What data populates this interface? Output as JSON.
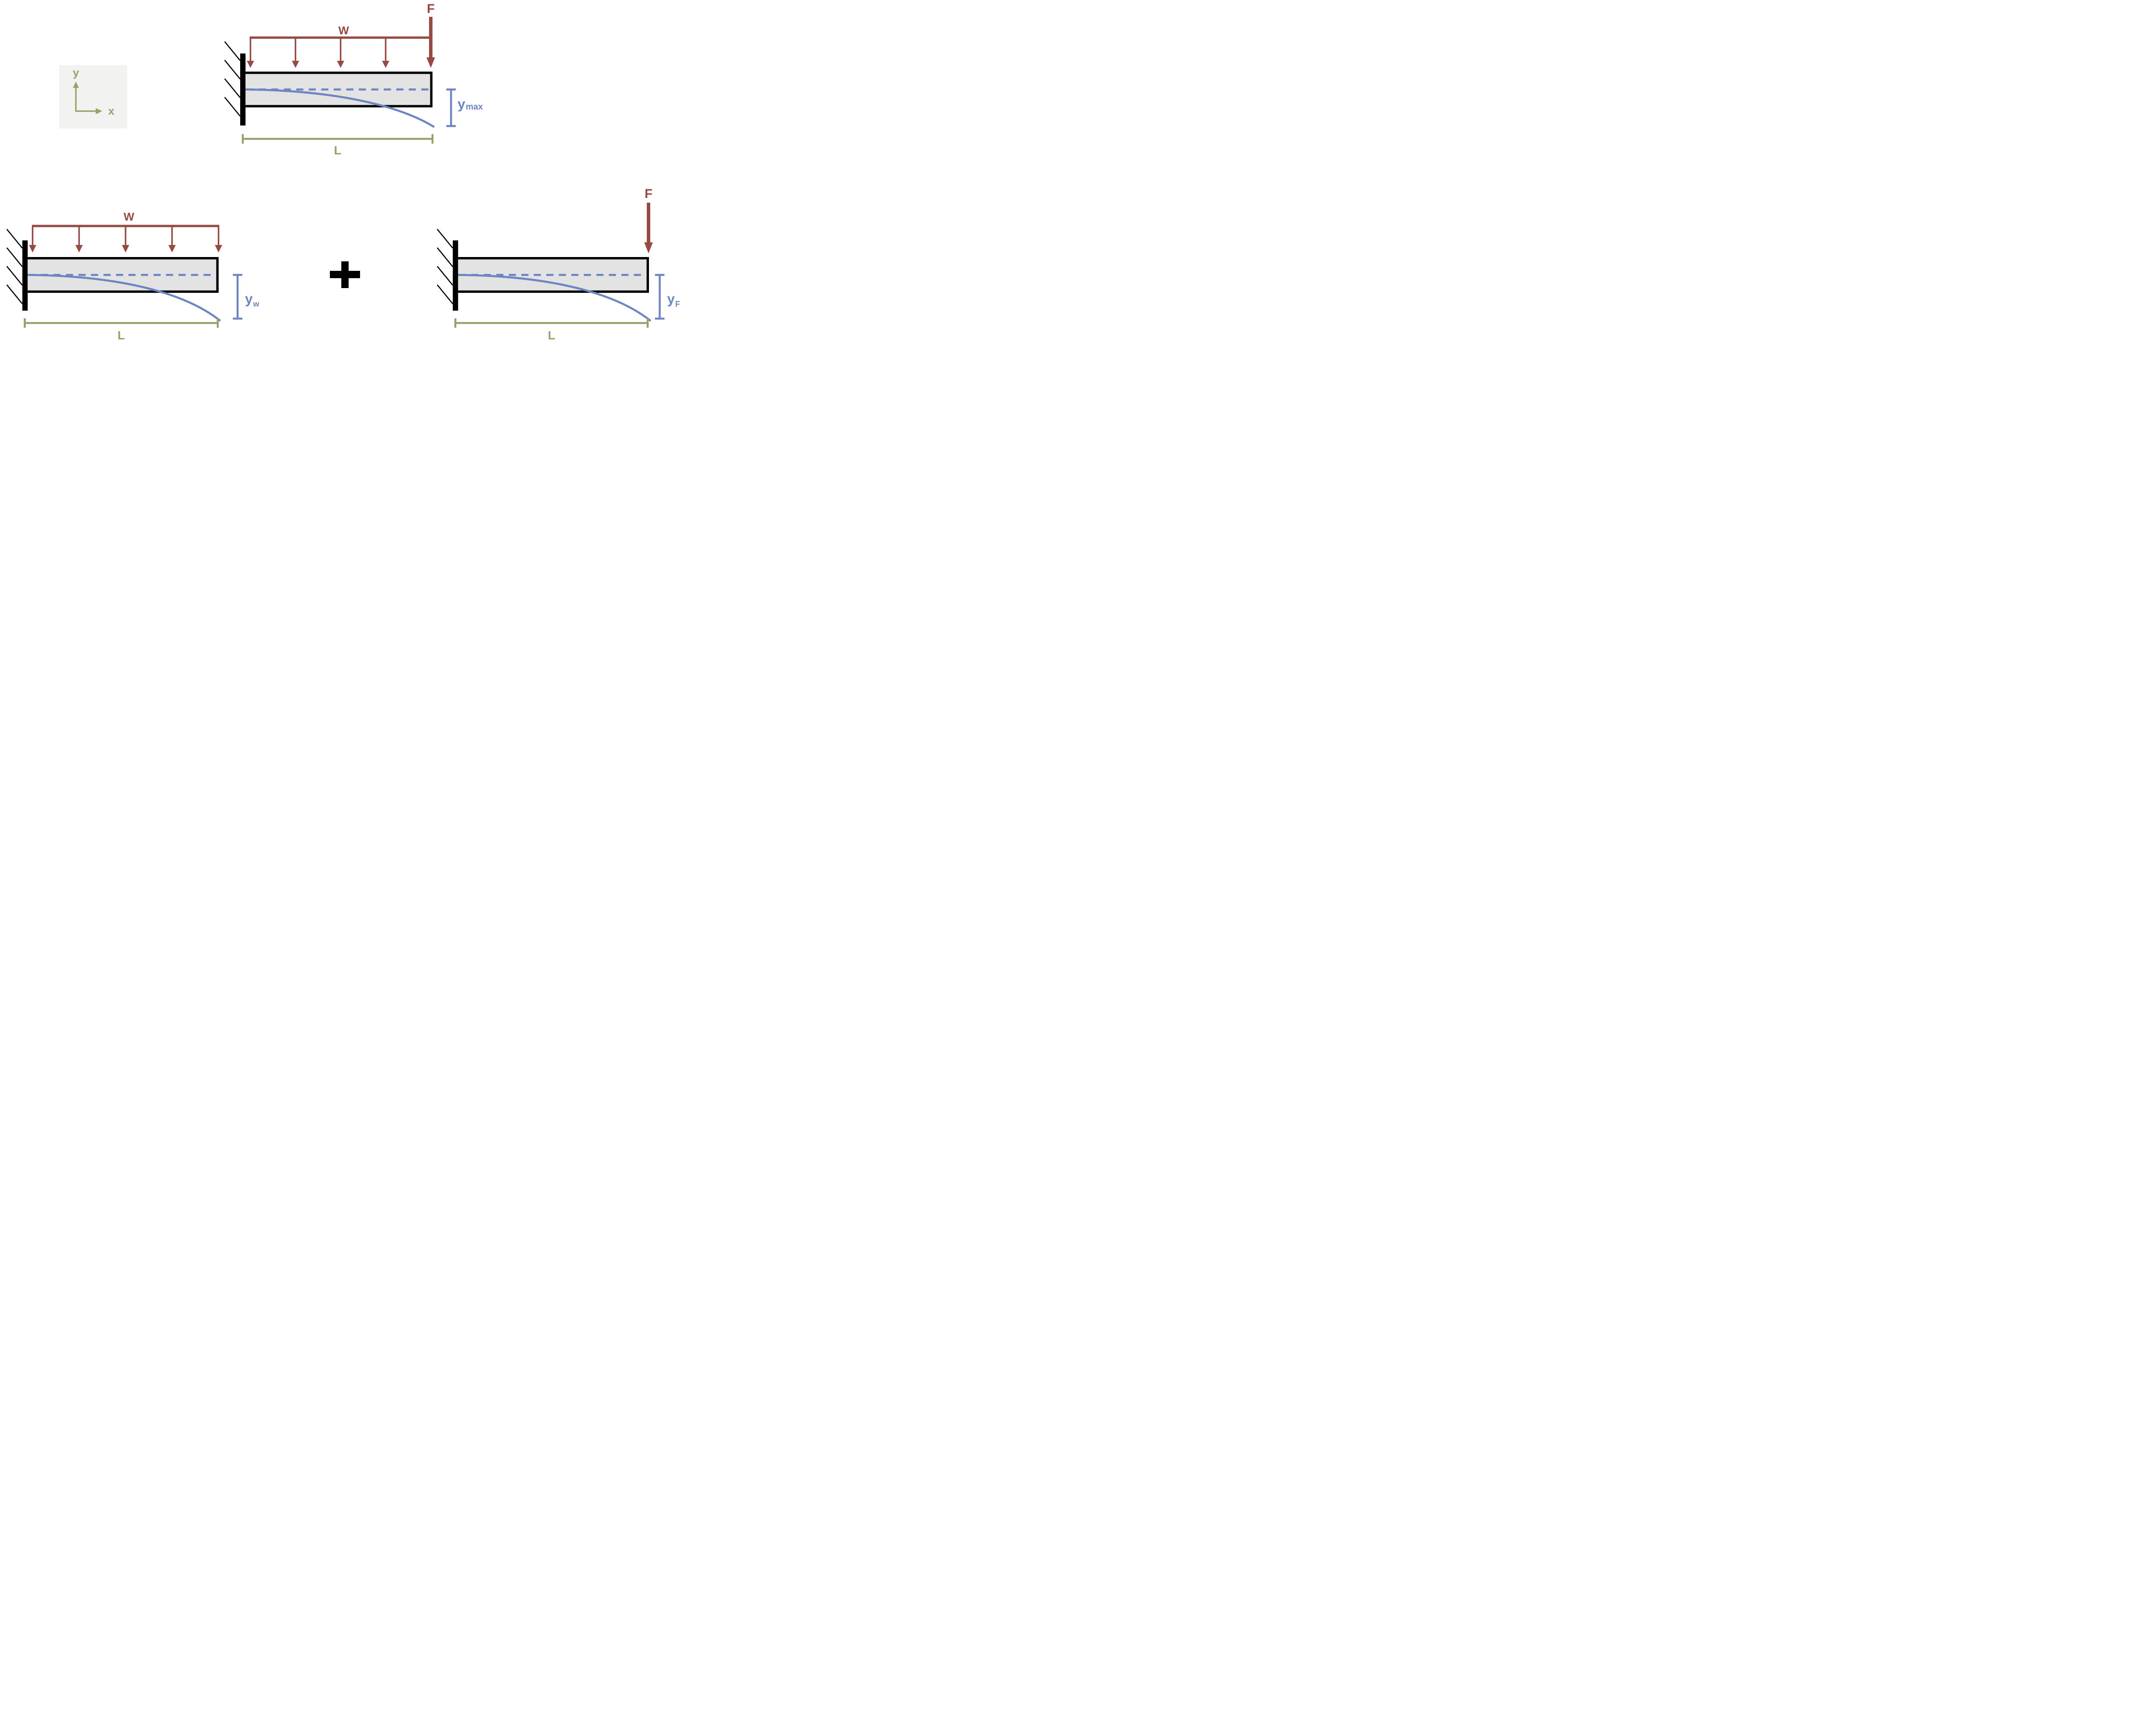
{
  "colors": {
    "load_red": "#954a44",
    "deflection_blue": "#6d86c3",
    "dimension_olive": "#98a268",
    "beam_fill": "#e3e3e3",
    "beam_outline": "#000000",
    "axes_box_bg": "#f2f2f0",
    "background": "#ffffff"
  },
  "coordinate_axes": {
    "y_label": "y",
    "x_label": "x"
  },
  "operator_plus": "+",
  "diagrams": {
    "combined": {
      "distributed_load_label": "W",
      "point_force_label": "F",
      "deflection_main": "y",
      "deflection_sub": "max",
      "length_label": "L"
    },
    "distributed_only": {
      "distributed_load_label": "W",
      "deflection_main": "y",
      "deflection_sub": "w",
      "length_label": "L"
    },
    "point_only": {
      "point_force_label": "F",
      "deflection_main": "y",
      "deflection_sub": "F",
      "length_label": "L"
    }
  }
}
